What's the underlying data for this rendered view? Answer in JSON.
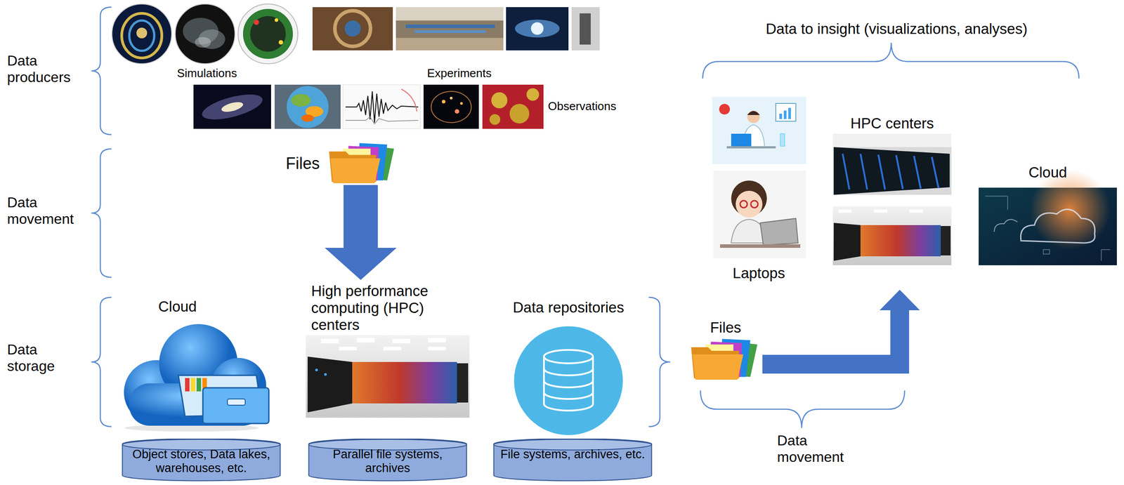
{
  "diagram": {
    "nodes": [
      {
        "text": [
          "Files"
        ]
      },
      {
        "text": [
          "Cloud"
        ]
      },
      {
        "text": [
          "High performance computing (HPC) centers"
        ]
      },
      {
        "text": [
          "Data repositories"
        ]
      },
      {
        "text": [
          "Object stores, Data lakes, warehouses, etc."
        ]
      },
      {
        "text": [
          "Parallel file systems, archives"
        ]
      },
      {
        "text": [
          "File systems, archives, etc."
        ]
      },
      {
        "text": [
          "Data to insight (visualizations, analyses)"
        ]
      },
      {
        "text": [
          "Laptops"
        ],
        "in": 7
      },
      {
        "text": [
          "HPC centers"
        ],
        "in": 7
      },
      {
        "text": [
          "Cloud"
        ],
        "in": 7
      },
      {
        "text": [
          "Files"
        ]
      }
    ],
    "edges": [
      {
        "from": 0,
        "to": 2,
        "arrow": "to"
      },
      {
        "from": 11,
        "to": 7,
        "arrow": "to"
      }
    ],
    "labels": [
      "Data producers",
      "Simulations",
      "Experiments",
      "Observations",
      "Data movement",
      "Data storage",
      "Data movement"
    ]
  }
}
